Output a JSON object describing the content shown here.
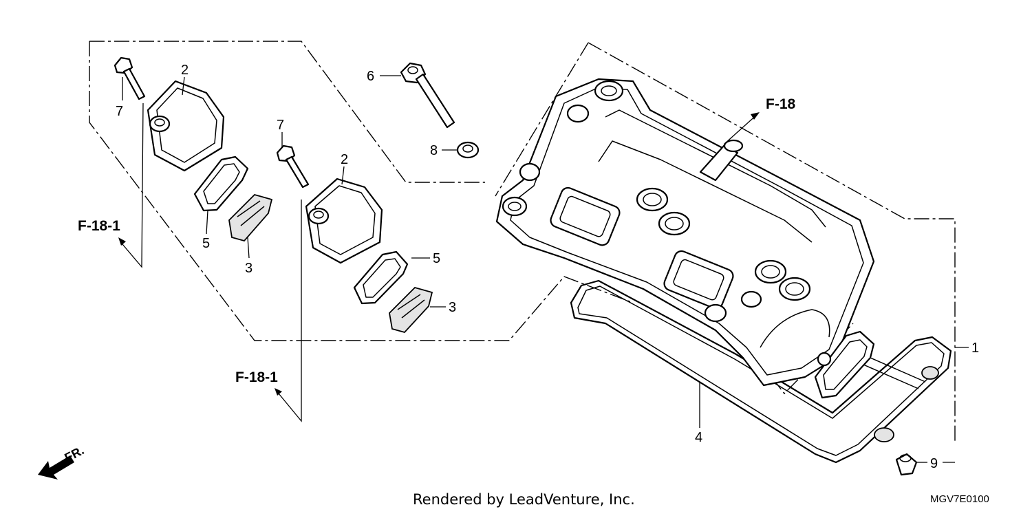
{
  "callouts": {
    "c1": "1",
    "c2a": "2",
    "c2b": "2",
    "c3a": "3",
    "c3b": "3",
    "c4": "4",
    "c5a": "5",
    "c5b": "5",
    "c6": "6",
    "c7a": "7",
    "c7b": "7",
    "c8": "8",
    "c9": "9"
  },
  "references": {
    "f18": "F-18",
    "f18_1_left": "F-18-1",
    "f18_1_bottom": "F-18-1"
  },
  "direction_label": "FR.",
  "credit": "Rendered by LeadVenture, Inc.",
  "diagram_code": "MGV7E0100",
  "icons": {
    "front_arrow": "front-direction-arrow-icon"
  }
}
